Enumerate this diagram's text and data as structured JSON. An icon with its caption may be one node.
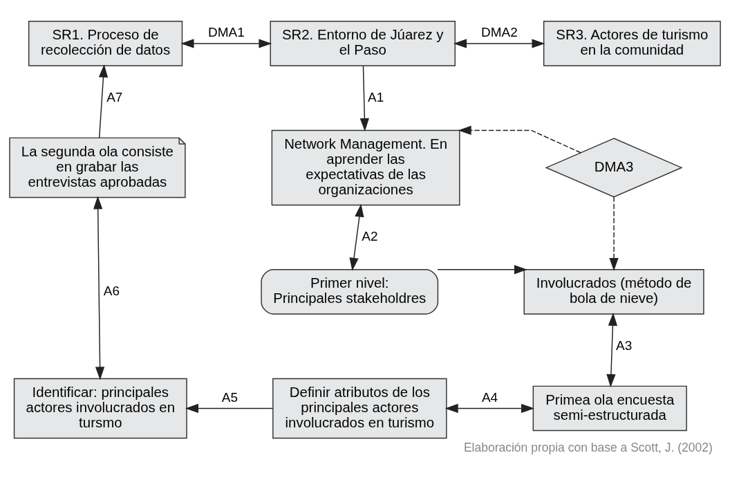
{
  "diagram": {
    "caption": "Elaboración propia con base a Scott, J. (2002)",
    "nodes": [
      {
        "text": [
          "SR1. Proceso de recolección de datos"
        ]
      },
      {
        "text": [
          "SR2. Entorno de Júarez y el Paso"
        ]
      },
      {
        "text": [
          "SR3. Actores de turismo en la comunidad"
        ]
      },
      {
        "text": [
          "Network Management. En aprender las expectativas de las organizaciones"
        ]
      },
      {
        "text": [
          "La segunda ola consiste en grabar las entrevistas aprobadas"
        ]
      },
      {
        "text": [
          "DMA3"
        ]
      },
      {
        "text": [
          "Primer nivel: Principales stakeholdres"
        ]
      },
      {
        "text": [
          "Involucrados (método de bola de nieve)"
        ]
      },
      {
        "text": [
          "Identificar: principales actores involucrados en tursmo"
        ]
      },
      {
        "text": [
          "Definir atributos de los principales actores involucrados en turismo"
        ]
      },
      {
        "text": [
          "Primea ola encuesta semi-estructurada"
        ]
      }
    ],
    "edges": [
      {
        "from": 0,
        "to": 1,
        "arrow": "both",
        "label": "DMA1"
      },
      {
        "from": 1,
        "to": 2,
        "arrow": "both",
        "label": "DMA2"
      },
      {
        "from": 1,
        "to": 3,
        "arrow": "to",
        "label": "A1"
      },
      {
        "from": 5,
        "to": 3,
        "arrow": "to",
        "style": "dashed"
      },
      {
        "from": 5,
        "to": 7,
        "arrow": "to",
        "style": "dashed"
      },
      {
        "from": 3,
        "to": 6,
        "arrow": "both",
        "label": "A2"
      },
      {
        "from": 6,
        "to": 7,
        "arrow": "to"
      },
      {
        "from": 7,
        "to": 10,
        "arrow": "both",
        "label": "A3"
      },
      {
        "from": 9,
        "to": 10,
        "arrow": "both",
        "label": "A4"
      },
      {
        "from": 9,
        "to": 8,
        "arrow": "to",
        "label": "A5"
      },
      {
        "from": 4,
        "to": 8,
        "arrow": "both",
        "label": "A6"
      },
      {
        "from": 4,
        "to": 0,
        "arrow": "to",
        "label": "A7"
      }
    ]
  }
}
